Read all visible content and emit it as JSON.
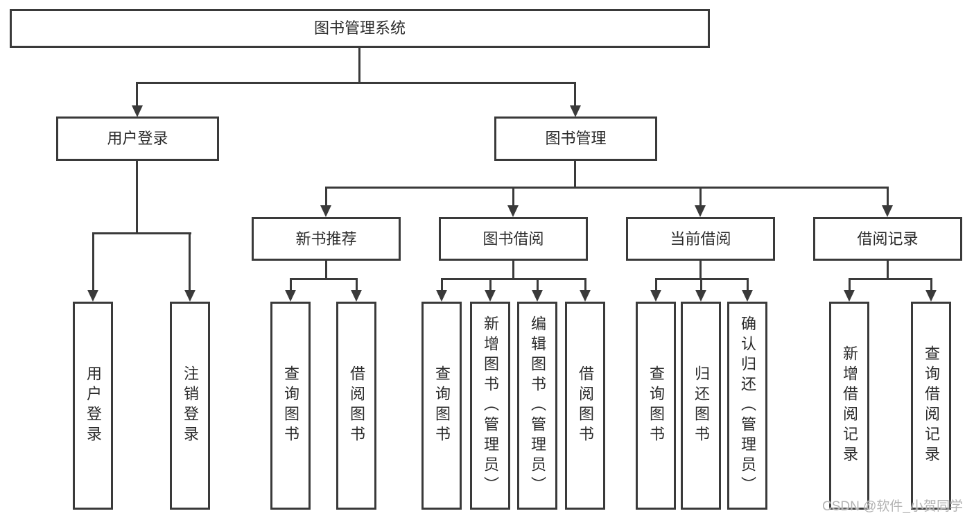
{
  "tree": {
    "label": "图书管理系统",
    "children": [
      {
        "label": "用户登录",
        "children": [
          {
            "label": "用户登录"
          },
          {
            "label": "注销登录"
          }
        ]
      },
      {
        "label": "图书管理",
        "children": [
          {
            "label": "新书推荐",
            "children": [
              {
                "label": "查询图书"
              },
              {
                "label": "借阅图书"
              }
            ]
          },
          {
            "label": "图书借阅",
            "children": [
              {
                "label": "查询图书"
              },
              {
                "label": "新增图书（管理员）"
              },
              {
                "label": "编辑图书（管理员）"
              },
              {
                "label": "借阅图书"
              }
            ]
          },
          {
            "label": "当前借阅",
            "children": [
              {
                "label": "查询图书"
              },
              {
                "label": "归还图书"
              },
              {
                "label": "确认归还（管理员）"
              }
            ]
          },
          {
            "label": "借阅记录",
            "children": [
              {
                "label": "新增借阅记录"
              },
              {
                "label": "查询借阅记录"
              }
            ]
          }
        ]
      }
    ]
  },
  "watermark": {
    "text": "CSDN @软件_小贺同学"
  },
  "colors": {
    "line": "#3a3a3a",
    "text": "#2b2b2b",
    "background": "#ffffff",
    "watermark": "#b3b3b3"
  }
}
